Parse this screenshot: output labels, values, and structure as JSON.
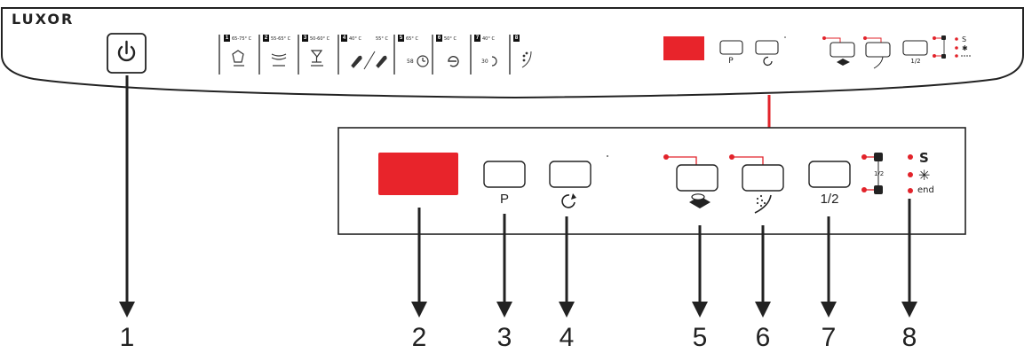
{
  "brand": "LUXOR",
  "programs": [
    {
      "num": "1",
      "temp": "65-75° C"
    },
    {
      "num": "2",
      "temp": "55-65° C"
    },
    {
      "num": "3",
      "temp": "50-60° C"
    },
    {
      "num": "4",
      "temp": "40° C"
    },
    {
      "num": "5",
      "temp": "65° C"
    },
    {
      "num": "6",
      "temp": "50° C"
    },
    {
      "num": "7",
      "temp": "40° C"
    },
    {
      "num": "8",
      "temp": ""
    }
  ],
  "program4_temp2": "55° C",
  "program5_time": "58",
  "program7_time": "30",
  "top_buttons": {
    "program": "P",
    "half": "1/2"
  },
  "zoom": {
    "program_label": "P",
    "half_label": "1/2",
    "half_small": "1/2",
    "end_label": "end"
  },
  "callouts": [
    "1",
    "2",
    "3",
    "4",
    "5",
    "6",
    "7",
    "8"
  ],
  "colors": {
    "display_red": "#e8242b",
    "line": "#222222",
    "connector_red": "#e2232a"
  }
}
